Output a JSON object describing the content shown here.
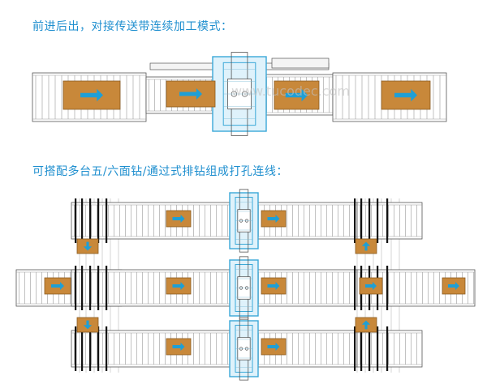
{
  "headings": {
    "top": "前进后出，对接传送带连续加工模式：",
    "bottom": "可搭配多台五/六面钻/通过式排钻组成打孔连线："
  },
  "watermark": "www.tucodec.com",
  "colors": {
    "heading": "#1f8fcf",
    "line": "#555555",
    "roller": "#9a9a9a",
    "board": "#c8883a",
    "board_edge": "#8a5a20",
    "arrow": "#1e9fd6",
    "machine_frame": "#3aa8d8",
    "machine_fill": "#dff2fb",
    "post": "#111111"
  }
}
